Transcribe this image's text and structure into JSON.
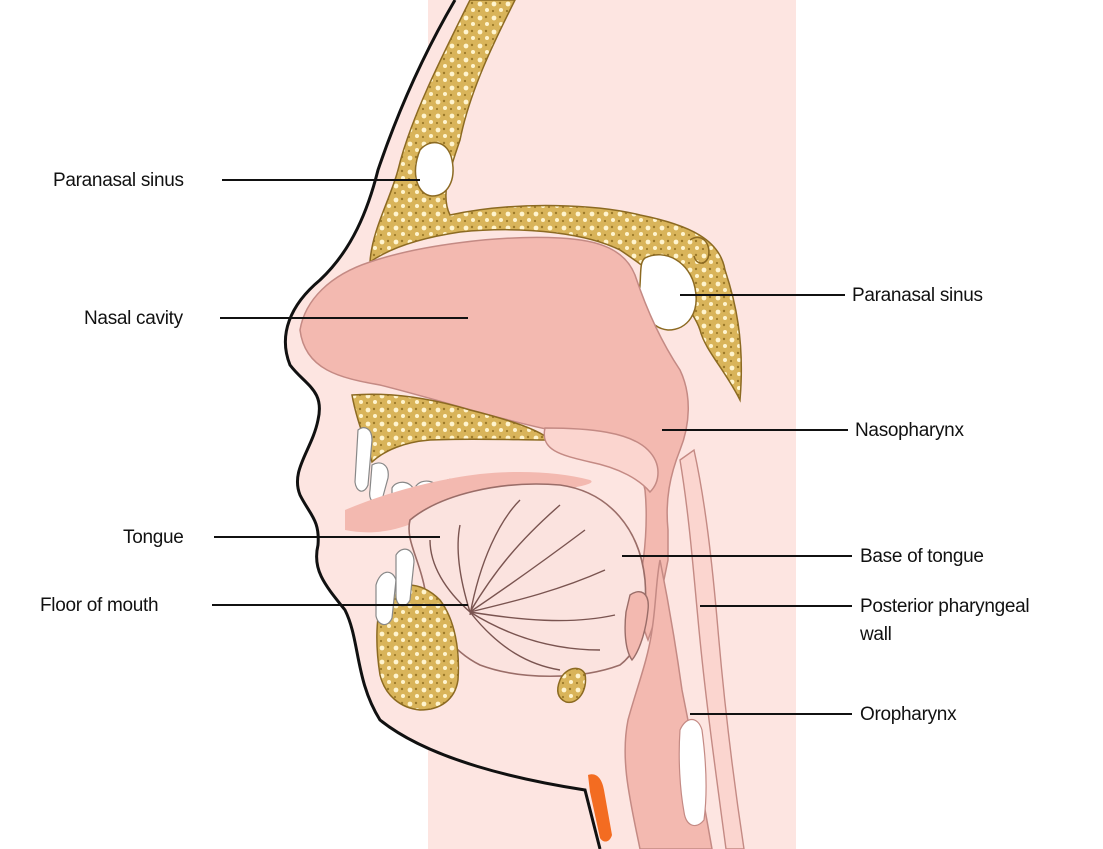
{
  "labels": {
    "paranasal_sinus_left": "Paranasal sinus",
    "paranasal_sinus_right": "Paranasal sinus",
    "nasal_cavity": "Nasal cavity",
    "nasopharynx": "Nasopharynx",
    "tongue": "Tongue",
    "base_of_tongue": "Base of tongue",
    "floor_of_mouth": "Floor of mouth",
    "posterior_pharyngeal_wall_line1": "Posterior pharyngeal",
    "posterior_pharyngeal_wall_line2": "wall",
    "oropharynx": "Oropharynx"
  },
  "colors": {
    "background_tissue": "#fde5e1",
    "cavity": "#f3b9b0",
    "bone": "#d9b45a",
    "bone_speckle": "#fff4cf",
    "outline": "#111111",
    "mucosa": "#f7c9c1",
    "cartilage": "#f36c21"
  }
}
